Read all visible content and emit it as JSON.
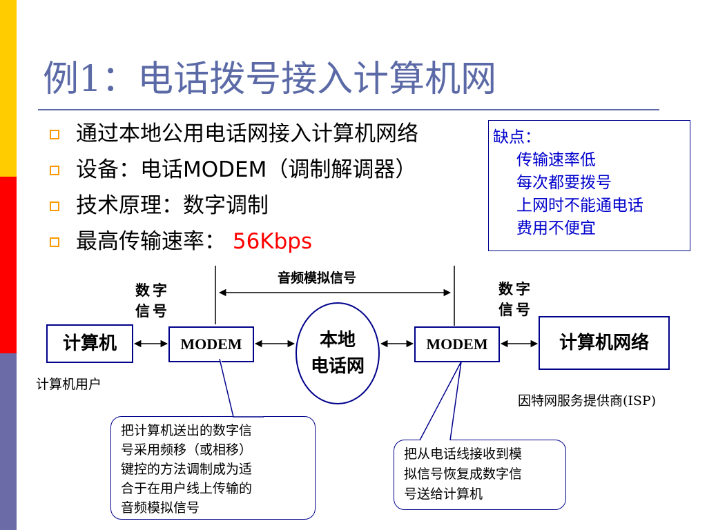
{
  "slide": {
    "title": "例1：电话拨号接入计算机网",
    "bullets": [
      "通过本地公用电话网接入计算机网络",
      "设备：电话MODEM（调制解调器）",
      "技术原理：数字调制"
    ],
    "speed_label": "最高传输速率：",
    "speed_value": "56Kbps",
    "accent_colors": {
      "title": "#5b6aa6",
      "bullet": "#ff9900",
      "highlight": "#ff0000",
      "cons_text": "#0000cc"
    }
  },
  "cons": {
    "heading": "缺点：",
    "items": [
      "传输速率低",
      "每次都要拨号",
      "上网时不能通电话",
      "费用不便宜"
    ]
  },
  "diagram": {
    "computer": "计算机",
    "modem_left": "MODEM",
    "local_network": [
      "本地",
      "电话网"
    ],
    "modem_right": "MODEM",
    "computer_network": "计算机网络",
    "digital_signal_left": [
      "数字",
      "信号"
    ],
    "digital_signal_right": [
      "数字",
      "信号"
    ],
    "analog_signal": "音频模拟信号",
    "user_label": "计算机用户",
    "isp_label": "因特网服务提供商(ISP)"
  },
  "callouts": {
    "left": [
      "把计算机送出的数字信",
      "号采用频移（或相移）",
      "键控的方法调制成为适",
      "合于在用户线上传输的",
      "音频模拟信号"
    ],
    "right": [
      "把从电话线接收到模",
      "拟信号恢复成数字信",
      "号送给计算机"
    ]
  }
}
